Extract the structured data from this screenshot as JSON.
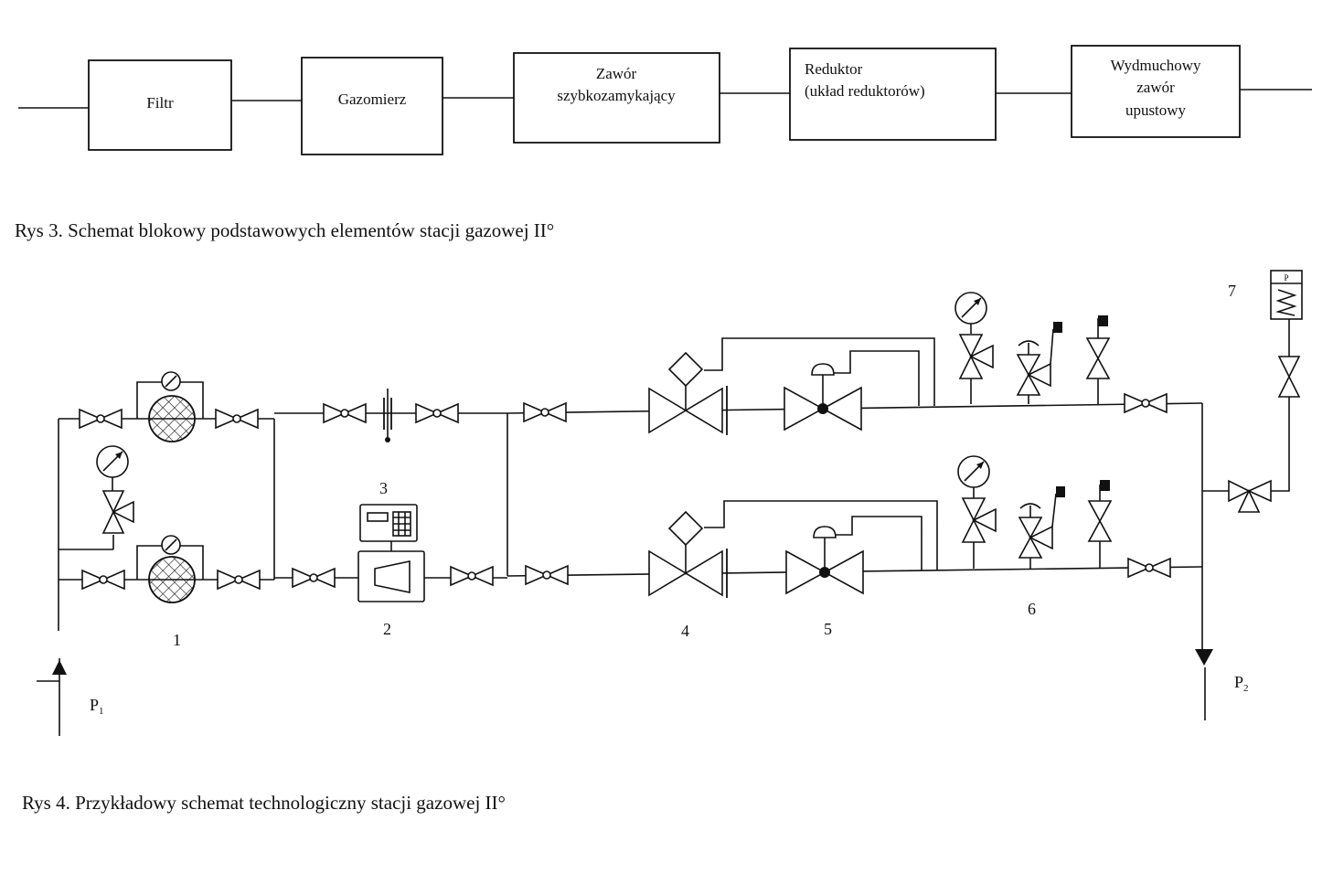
{
  "block_diagram": {
    "blocks": [
      {
        "id": "filtr",
        "lines": [
          "Filtr"
        ]
      },
      {
        "id": "gazomierz",
        "lines": [
          "Gazomierz"
        ]
      },
      {
        "id": "zawor",
        "lines": [
          "Zawór",
          "szybkozamykający"
        ]
      },
      {
        "id": "reduktor",
        "lines": [
          "Reduktor",
          "(układ reduktorów)"
        ]
      },
      {
        "id": "wydmuchowy",
        "lines": [
          "Wydmuchowy",
          "zawór",
          "upustowy"
        ]
      }
    ],
    "caption": "Rys 3. Schemat blokowy podstawowych elementów stacji gazowej II°"
  },
  "technological_diagram": {
    "labels": {
      "n1": "1",
      "n2": "2",
      "n3": "3",
      "n4": "4",
      "n5": "5",
      "n6": "6",
      "n7": "7",
      "p1": "P",
      "p1_sub": "1",
      "p2": "P",
      "p2_sub": "2",
      "relief_tag": "P"
    },
    "caption": "Rys 4. Przykładowy schemat technologiczny stacji gazowej II°"
  }
}
